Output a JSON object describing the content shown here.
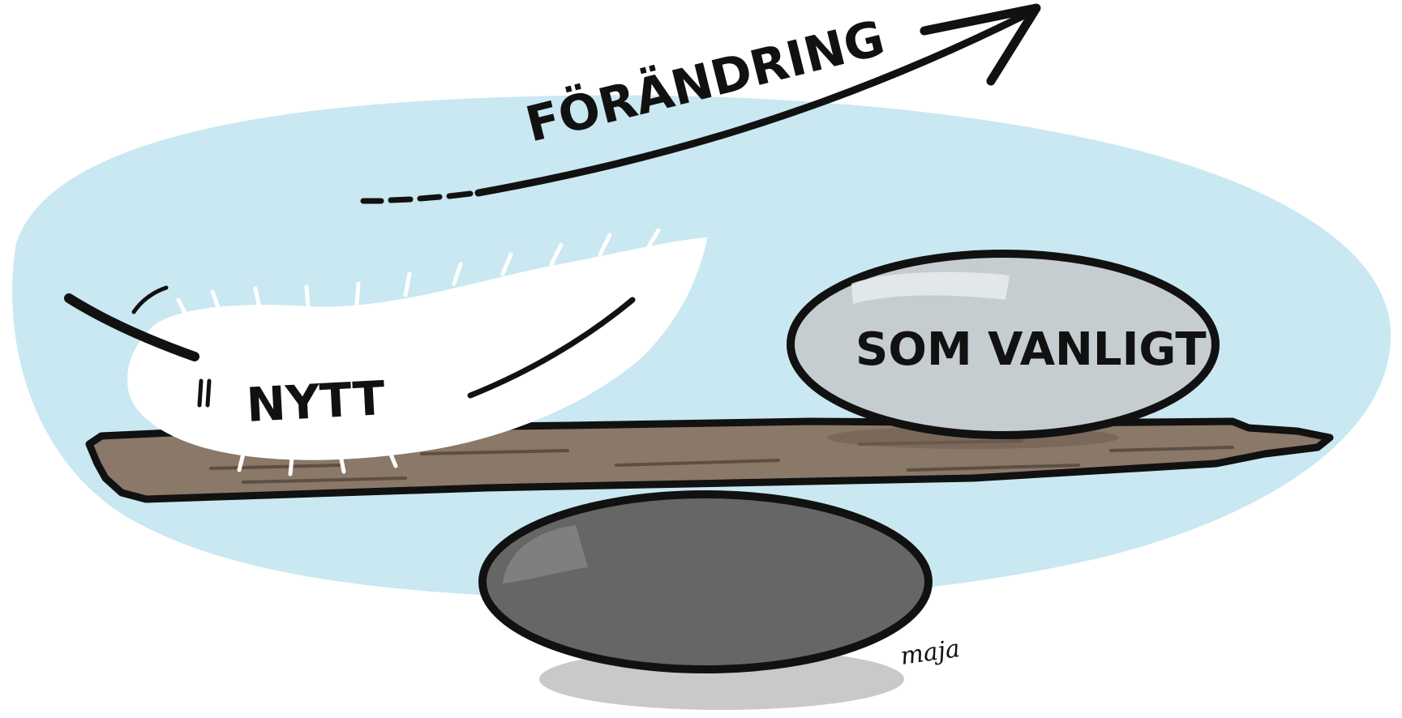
{
  "labels": {
    "change": "FÖRÄNDRING",
    "new": "NYTT",
    "as_usual": "SOM VANLIGT"
  },
  "signature": "maja",
  "colors": {
    "sky": "#c9e8f1",
    "plank": "#8a7868",
    "plank_shadow": "#6f5f52",
    "top_stone": "#c5cdd0",
    "bottom_stone": "#666666",
    "floor_shadow": "#c9c9c9",
    "feather": "#ffffff",
    "ink": "#111111"
  }
}
